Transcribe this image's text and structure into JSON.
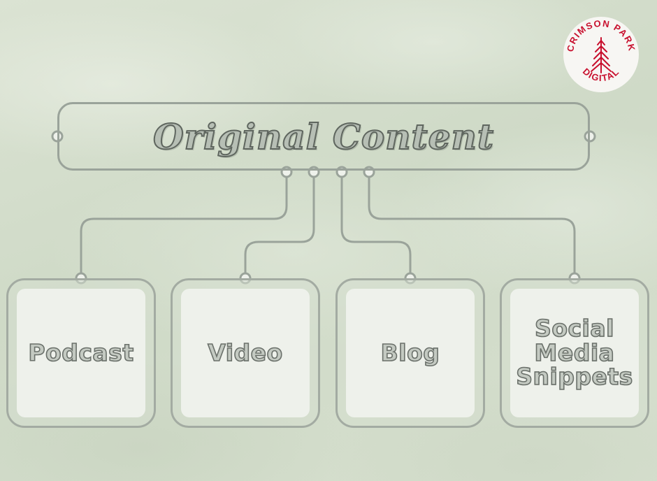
{
  "title": "Original Content",
  "nodes": [
    {
      "label": "Podcast"
    },
    {
      "label": "Video"
    },
    {
      "label": "Blog"
    },
    {
      "label": "Social\nMedia\nSnippets"
    }
  ],
  "logo": {
    "top_text": "CRIMSON PARK",
    "bottom_text": "DIGITAL",
    "icon": "pine-tree-icon",
    "color": "#c8102e"
  },
  "colors": {
    "background": "#d3dccb",
    "line": "#9aa39a",
    "card": "#eef1eb",
    "text_outline": "#5f665f"
  }
}
